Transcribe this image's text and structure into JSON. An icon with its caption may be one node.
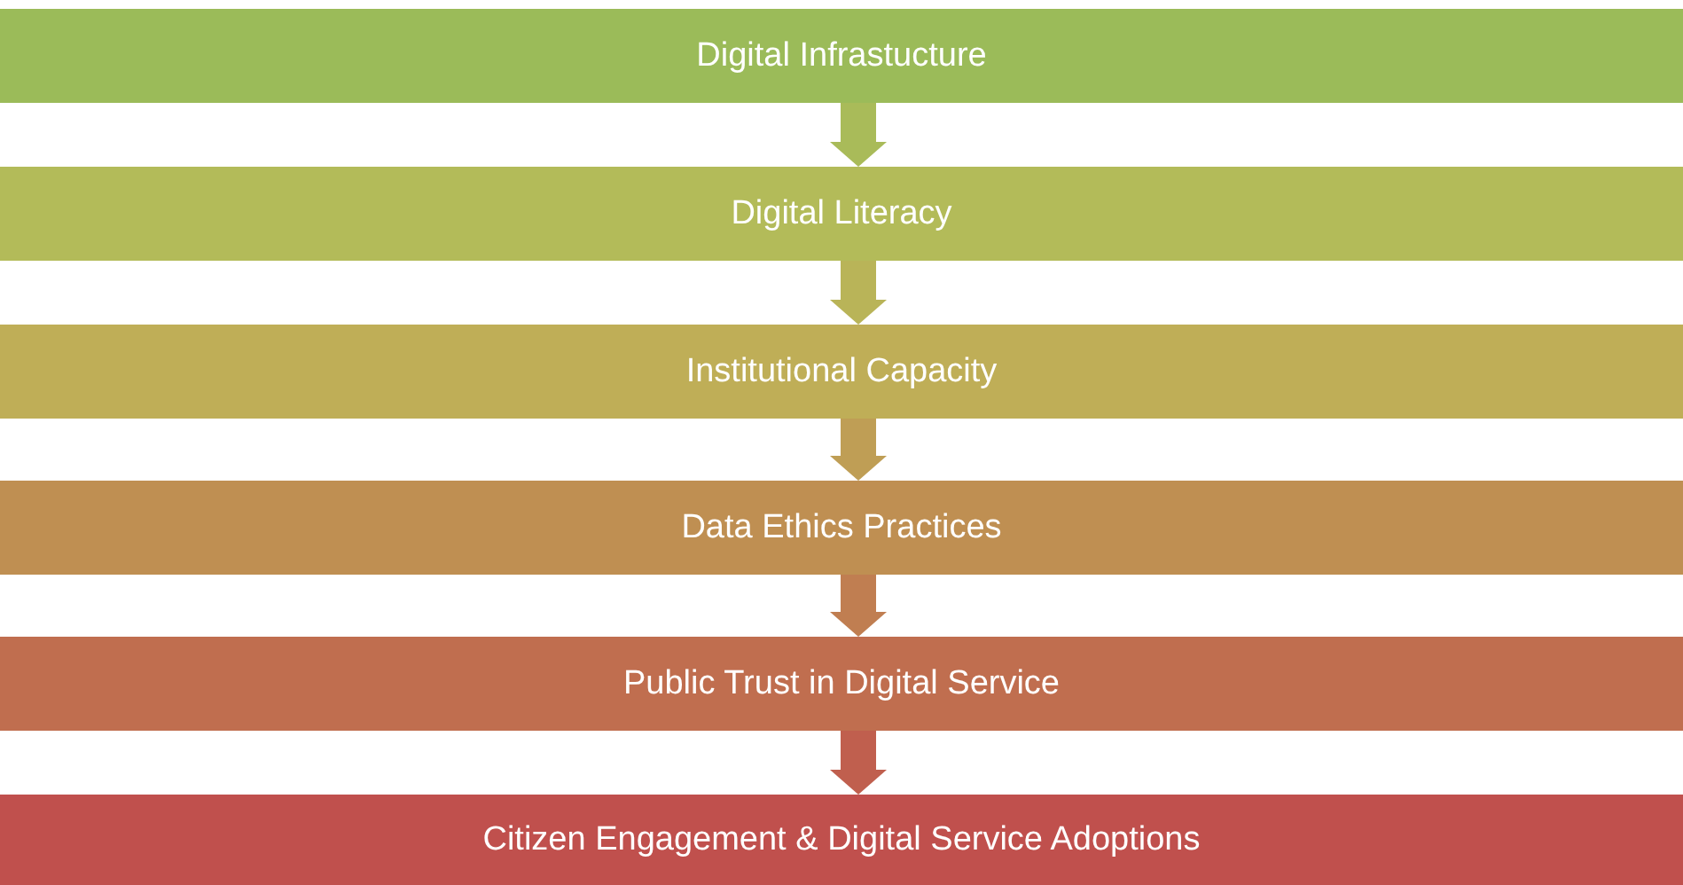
{
  "diagram": {
    "nodes": [
      {
        "text": [
          "Digital Infrastucture"
        ]
      },
      {
        "text": [
          "Digital Literacy"
        ]
      },
      {
        "text": [
          "Institutional Capacity"
        ]
      },
      {
        "text": [
          "Data Ethics Practices"
        ]
      },
      {
        "text": [
          "Public Trust in Digital Service"
        ]
      },
      {
        "text": [
          "Citizen Engagement & Digital Service Adoptions"
        ]
      }
    ],
    "edges": [
      {
        "from": 0,
        "to": 1,
        "arrow": "to",
        "color": "#a9bb59"
      },
      {
        "from": 1,
        "to": 2,
        "arrow": "to",
        "color": "#b9b458"
      },
      {
        "from": 2,
        "to": 3,
        "arrow": "to",
        "color": "#bf9e55"
      },
      {
        "from": 3,
        "to": 4,
        "arrow": "to",
        "color": "#c07e51"
      },
      {
        "from": 4,
        "to": 5,
        "arrow": "to",
        "color": "#c05f4e"
      }
    ]
  }
}
